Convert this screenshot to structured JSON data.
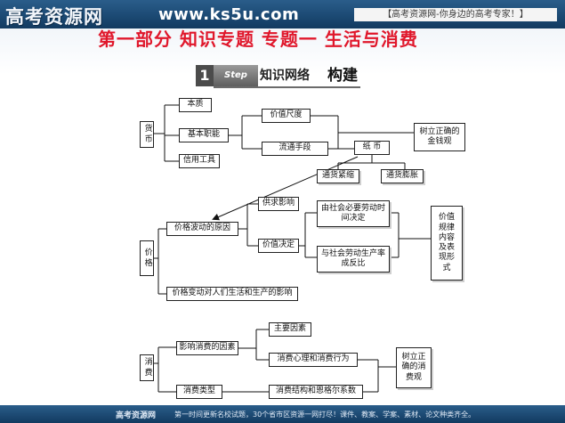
{
  "banner": {
    "logo": "高考资源网",
    "site": "www.ks5u.com",
    "slogan": "【高考资源网-你身边的高考专家！】"
  },
  "title": "第一部分  知识专题    专题一  生活与消费",
  "section_badge": {
    "number": "1",
    "step": "Step One",
    "label": "知识网络",
    "label2": "构建"
  },
  "nodes": {
    "huobi": "货币",
    "benzhi": "本质",
    "jiben": "基本职能",
    "xinyong": "信用工具",
    "jiazhichidu": "价值尺度",
    "liutong": "流通手段",
    "shuli1": "树立正确的金钱观",
    "zhibi": "纸 币",
    "jinsuo": "通货紧缩",
    "pengzhang": "通货膨胀",
    "jiage": "价格",
    "bodong": "价格波动的原因",
    "gongqiu": "供求影响",
    "jiazhijueding": "价值决定",
    "youshehui": "由社会必要劳动时间决定",
    "yushehui": "与社会劳动生产率成反比",
    "jiazhiguilv": "价值规律内容及表现形式",
    "biandong": "价格变动对人们生活和生产的影响",
    "xiaofei": "消费",
    "yingxiang": "影响消费的因素",
    "zhuyao": "主要因素",
    "xinli": "消费心理和消费行为",
    "shuli2": "树立正确的消费观",
    "leixing": "消费类型",
    "jiegou": "消费结构和恩格尔系数"
  },
  "footer": {
    "left": "高考资源网",
    "right": "第一时间更新名校试题，30个省市区资源一网打尽！课件、教案、学案、素材、论文种类齐全。"
  }
}
